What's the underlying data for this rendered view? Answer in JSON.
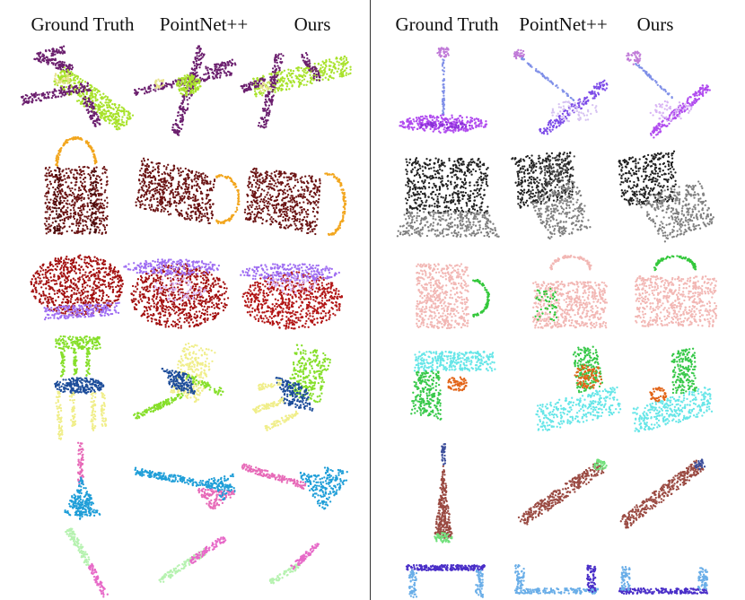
{
  "figure": {
    "left_panel": {
      "headers": [
        "Ground Truth",
        "PointNet++",
        "Ours"
      ],
      "rows": [
        {
          "object": "airplane",
          "parts": [
            {
              "name": "body",
              "color": "#a8e22a"
            },
            {
              "name": "wings",
              "color": "#6b1f6e"
            },
            {
              "name": "tail",
              "color": "#6b1f6e"
            },
            {
              "name": "engine",
              "color": "#e6e38a"
            }
          ]
        },
        {
          "object": "bag",
          "parts": [
            {
              "name": "body",
              "color": "#6b1414"
            },
            {
              "name": "handle",
              "color": "#f2a61e"
            }
          ]
        },
        {
          "object": "cap",
          "parts": [
            {
              "name": "crown",
              "color": "#a31010"
            },
            {
              "name": "peak",
              "color": "#9f6ef2"
            }
          ]
        },
        {
          "object": "chair",
          "parts": [
            {
              "name": "back",
              "color": "#86df2a"
            },
            {
              "name": "seat",
              "color": "#1d4d9a"
            },
            {
              "name": "legs",
              "color": "#f0ee8a"
            }
          ]
        },
        {
          "object": "guitar",
          "parts": [
            {
              "name": "body",
              "color": "#1f9ed8"
            },
            {
              "name": "neck",
              "color": "#e76ab8"
            }
          ]
        },
        {
          "object": "knife",
          "parts": [
            {
              "name": "blade",
              "color": "#b6f2b0"
            },
            {
              "name": "handle",
              "color": "#e76ac8"
            }
          ]
        }
      ]
    },
    "right_panel": {
      "headers": [
        "Ground Truth",
        "PointNet++",
        "Ours"
      ],
      "rows": [
        {
          "object": "lamp",
          "parts": [
            {
              "name": "shade",
              "color": "#b04bef"
            },
            {
              "name": "pole",
              "color": "#8090e8"
            },
            {
              "name": "base",
              "color": "#c07ad8"
            }
          ]
        },
        {
          "object": "laptop",
          "parts": [
            {
              "name": "screen",
              "color": "#222222"
            },
            {
              "name": "keyboard",
              "color": "#808080"
            }
          ]
        },
        {
          "object": "mug",
          "parts": [
            {
              "name": "body",
              "color": "#f2b7b4"
            },
            {
              "name": "handle",
              "color": "#34c83c"
            }
          ]
        },
        {
          "object": "pistol",
          "parts": [
            {
              "name": "barrel",
              "color": "#66e6e8"
            },
            {
              "name": "handle",
              "color": "#36c848"
            },
            {
              "name": "trigger",
              "color": "#e26418"
            }
          ]
        },
        {
          "object": "rocket",
          "parts": [
            {
              "name": "body",
              "color": "#9a4a42"
            },
            {
              "name": "nose",
              "color": "#3b4d9a"
            },
            {
              "name": "fin",
              "color": "#6fe07a"
            }
          ]
        },
        {
          "object": "table",
          "parts": [
            {
              "name": "top",
              "color": "#4a2fc8"
            },
            {
              "name": "legs",
              "color": "#6aaee8"
            }
          ]
        }
      ]
    }
  }
}
